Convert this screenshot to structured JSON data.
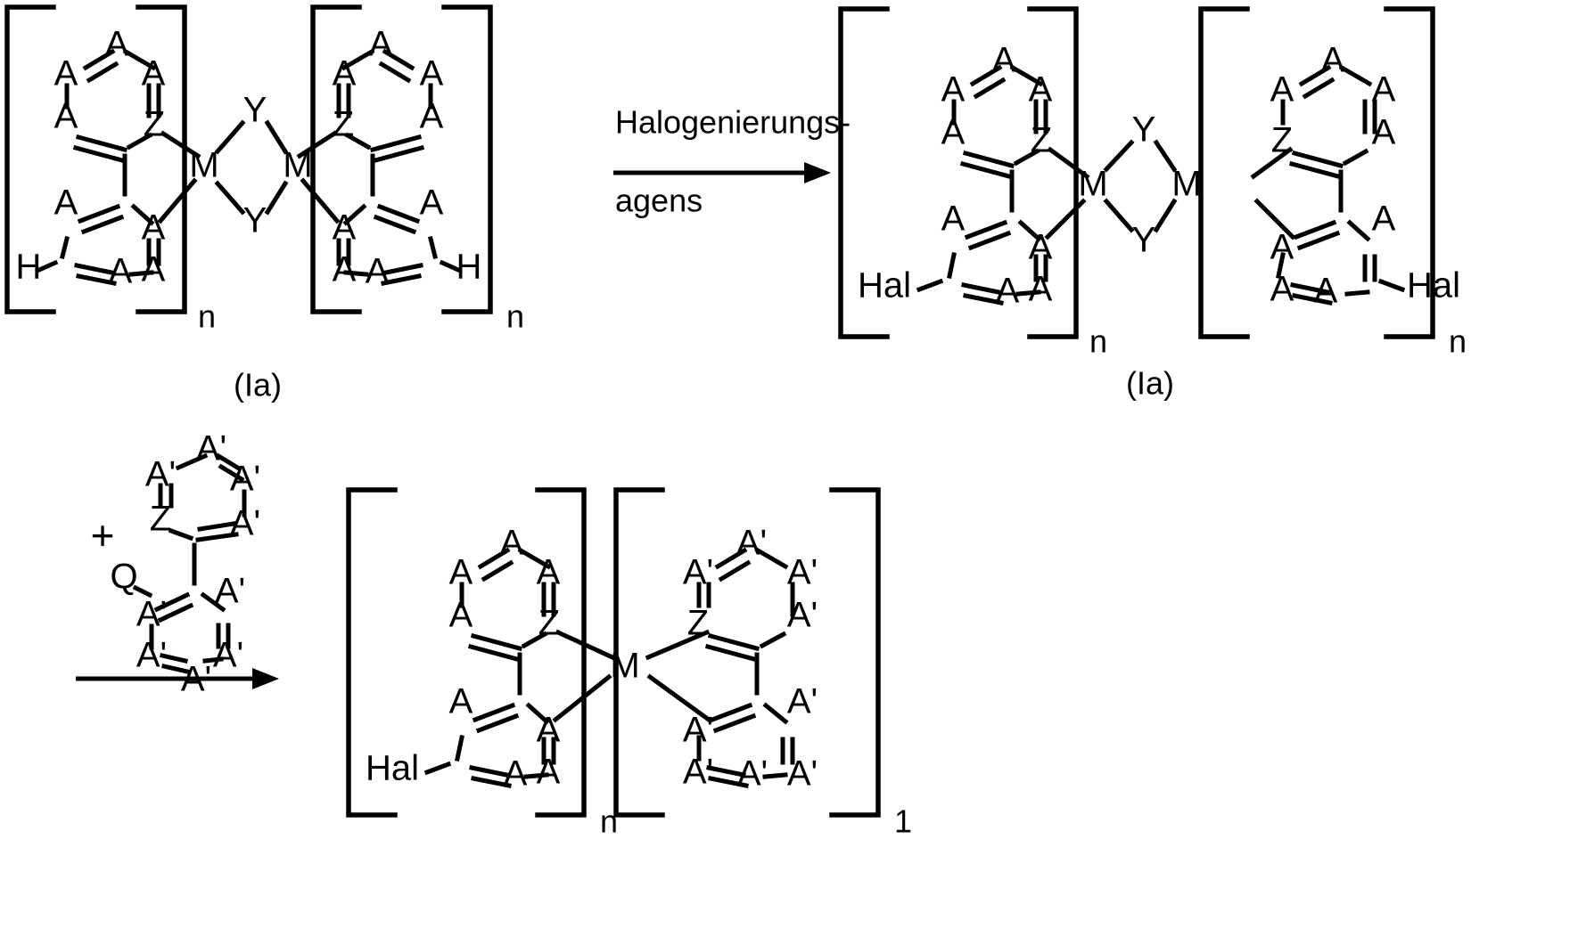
{
  "document": {
    "title": "Halogenierung Reaktionsschema",
    "type": "chemical-reaction-scheme",
    "background_color": "#ffffff",
    "line_color": "#000000"
  },
  "reaction_step_1": {
    "reagent_line_1": "Halogenierungs-",
    "reagent_line_2": "agens",
    "arrow": "right-arrow",
    "reactant": {
      "label": "(Ia)",
      "subscript_left": "n",
      "subscript_right": "n",
      "metal": "M",
      "bridge_atom": "Y",
      "heteroatom": "Z",
      "ring_atom": "A",
      "terminal_substituent": "H"
    },
    "product": {
      "label": "(Ia)",
      "subscript_left": "n",
      "subscript_right": "n",
      "metal": "M",
      "bridge_atom": "Y",
      "heteroatom": "Z",
      "ring_atom": "A",
      "terminal_substituent": "Hal"
    }
  },
  "reaction_step_2": {
    "plus_sign": "+",
    "arrow": "right-arrow",
    "added_ligand": {
      "heteroatom": "Z",
      "ring_atom": "A'",
      "leaving_group": "Q"
    },
    "product": {
      "subscript_left": "n",
      "subscript_right": "1",
      "metal": "M",
      "heteroatom": "Z",
      "ring_atom_primary": "A",
      "ring_atom_prime": "A'",
      "terminal_substituent": "Hal"
    }
  },
  "atoms": {
    "A": "A",
    "A_prime": "A'",
    "Z": "Z",
    "M": "M",
    "Y": "Y",
    "H": "H",
    "Q": "Q",
    "Hal": "Hal"
  },
  "labels": {
    "Ia": "(Ia)",
    "n": "n",
    "one": "1"
  }
}
